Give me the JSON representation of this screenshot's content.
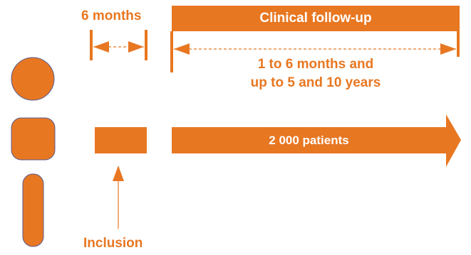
{
  "colors": {
    "accent": "#E87722",
    "shape_outline": "#5B5B8F",
    "text_on_accent": "#FFFFFF"
  },
  "labels": {
    "period": "6 months",
    "followup_title": "Clinical follow-up",
    "followup_line1": "1 to 6 months and",
    "followup_line2": "up to 5 and 10 years",
    "patients": "2 000 patients",
    "inclusion": "Inclusion"
  }
}
